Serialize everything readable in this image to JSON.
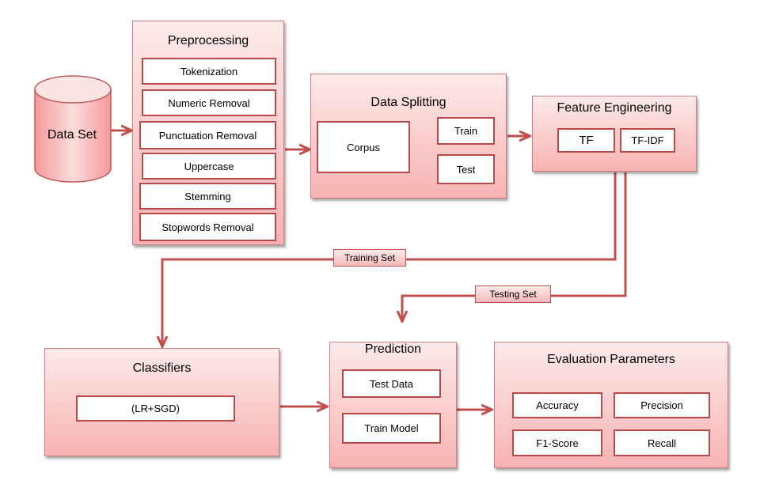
{
  "dataset": {
    "label": "Data Set"
  },
  "preprocessing": {
    "title": "Preprocessing",
    "steps": [
      "Tokenization",
      "Numeric  Removal",
      "Punctuation  Removal",
      "Uppercase",
      "Stemming",
      "Stopwords  Removal"
    ]
  },
  "data_splitting": {
    "title": "Data Splitting",
    "corpus": "Corpus",
    "train": "Train",
    "test": "Test"
  },
  "feature_engineering": {
    "title": "Feature Engineering",
    "tf": "TF",
    "tfidf": "TF-IDF"
  },
  "edges": {
    "training_set": "Training Set",
    "testing_set": "Testing Set"
  },
  "classifiers": {
    "title": "Classifiers",
    "model": "(LR+SGD)"
  },
  "prediction": {
    "title": "Prediction",
    "test_data": "Test Data",
    "train_model": "Train Model"
  },
  "evaluation": {
    "title": "Evaluation Parameters",
    "accuracy": "Accuracy",
    "precision": "Precision",
    "f1": "F1-Score",
    "recall": "Recall"
  }
}
